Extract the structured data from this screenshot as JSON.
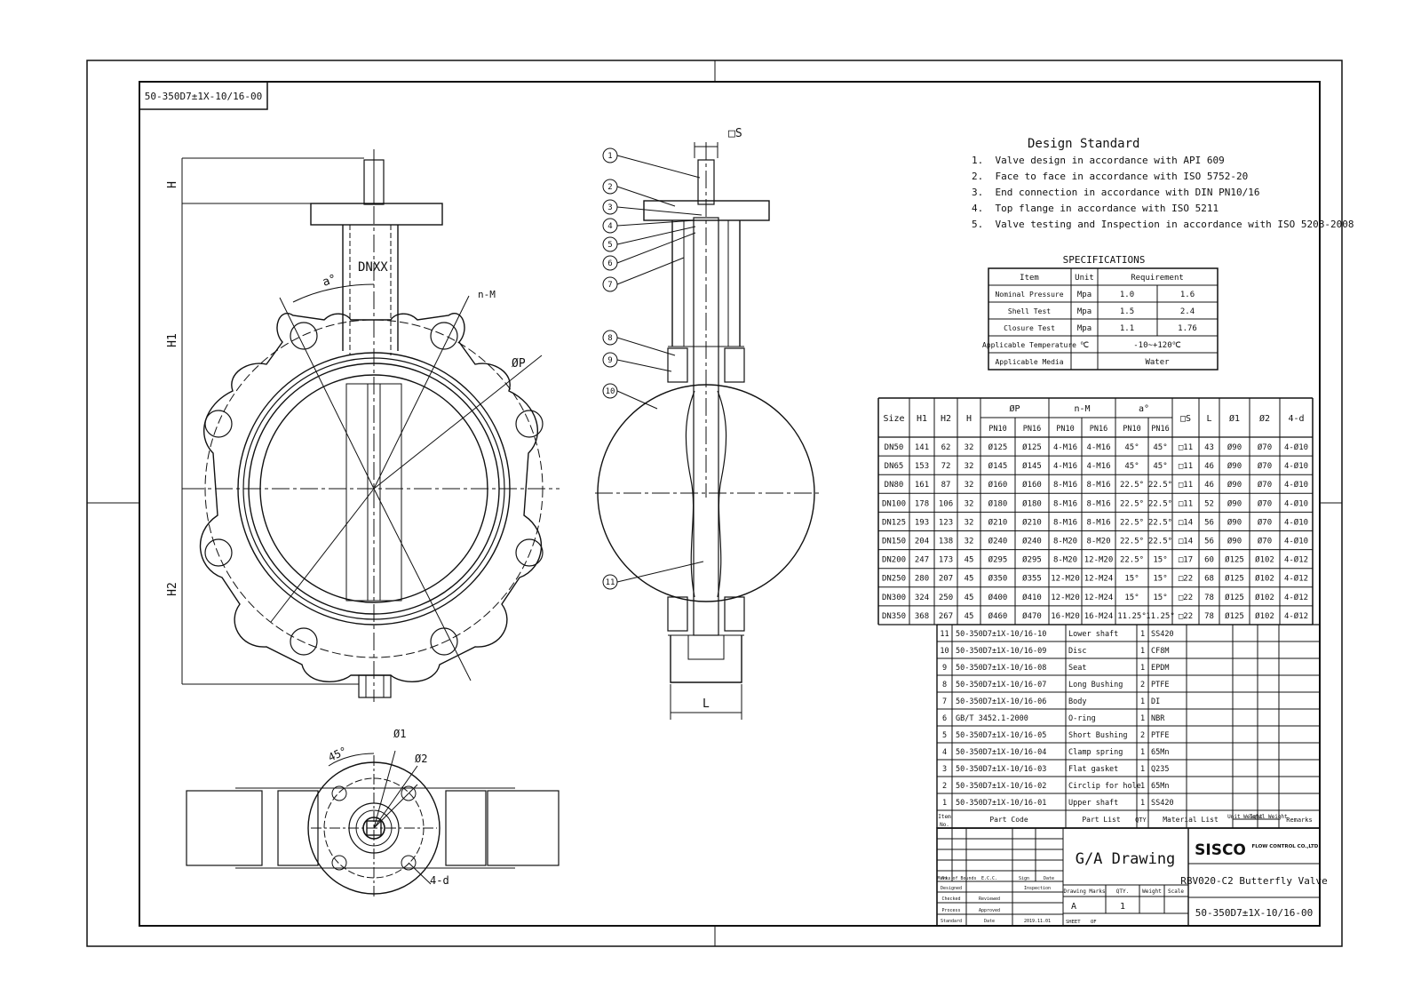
{
  "drawing_number": "50-350D7±1X-10/16-00",
  "design_standard": {
    "title": "Design Standard",
    "items": [
      "1.  Valve design in accordance with API 609",
      "2.  Face to face in accordance with ISO 5752-20",
      "3.  End connection in accordance with DIN PN10/16",
      "4.  Top flange in accordance with ISO 5211",
      "5.  Valve testing and Inspection in accordance with ISO 5208-2008"
    ]
  },
  "specifications": {
    "title": "SPECIFICATIONS",
    "headers": [
      "Item",
      "Unit",
      "Requirement"
    ],
    "rows": [
      [
        "Nominal Pressure",
        "Mpa",
        "1.0",
        "1.6"
      ],
      [
        "Shell Test",
        "Mpa",
        "1.5",
        "2.4"
      ],
      [
        "Closure Test",
        "Mpa",
        "1.1",
        "1.76"
      ],
      [
        "Applicable Temperature",
        "℃",
        "-10~+120℃"
      ],
      [
        "Applicable Media",
        "",
        "Water"
      ]
    ]
  },
  "dimension_table": {
    "top_headers": [
      "Size",
      "H1",
      "H2",
      "H",
      "ØP",
      "n-M",
      "a°",
      "□S",
      "L",
      "Ø1",
      "Ø2",
      "4-d"
    ],
    "sub_headers": [
      "PN10",
      "PN16",
      "PN10",
      "PN16",
      "PN10",
      "PN16"
    ],
    "rows": [
      [
        "DN50",
        "141",
        "62",
        "32",
        "Ø125",
        "Ø125",
        "4-M16",
        "4-M16",
        "45°",
        "45°",
        "□11",
        "43",
        "Ø90",
        "Ø70",
        "4-Ø10"
      ],
      [
        "DN65",
        "153",
        "72",
        "32",
        "Ø145",
        "Ø145",
        "4-M16",
        "4-M16",
        "45°",
        "45°",
        "□11",
        "46",
        "Ø90",
        "Ø70",
        "4-Ø10"
      ],
      [
        "DN80",
        "161",
        "87",
        "32",
        "Ø160",
        "Ø160",
        "8-M16",
        "8-M16",
        "22.5°",
        "22.5°",
        "□11",
        "46",
        "Ø90",
        "Ø70",
        "4-Ø10"
      ],
      [
        "DN100",
        "178",
        "106",
        "32",
        "Ø180",
        "Ø180",
        "8-M16",
        "8-M16",
        "22.5°",
        "22.5°",
        "□11",
        "52",
        "Ø90",
        "Ø70",
        "4-Ø10"
      ],
      [
        "DN125",
        "193",
        "123",
        "32",
        "Ø210",
        "Ø210",
        "8-M16",
        "8-M16",
        "22.5°",
        "22.5°",
        "□14",
        "56",
        "Ø90",
        "Ø70",
        "4-Ø10"
      ],
      [
        "DN150",
        "204",
        "138",
        "32",
        "Ø240",
        "Ø240",
        "8-M20",
        "8-M20",
        "22.5°",
        "22.5°",
        "□14",
        "56",
        "Ø90",
        "Ø70",
        "4-Ø10"
      ],
      [
        "DN200",
        "247",
        "173",
        "45",
        "Ø295",
        "Ø295",
        "8-M20",
        "12-M20",
        "22.5°",
        "15°",
        "□17",
        "60",
        "Ø125",
        "Ø102",
        "4-Ø12"
      ],
      [
        "DN250",
        "280",
        "207",
        "45",
        "Ø350",
        "Ø355",
        "12-M20",
        "12-M24",
        "15°",
        "15°",
        "□22",
        "68",
        "Ø125",
        "Ø102",
        "4-Ø12"
      ],
      [
        "DN300",
        "324",
        "250",
        "45",
        "Ø400",
        "Ø410",
        "12-M20",
        "12-M24",
        "15°",
        "15°",
        "□22",
        "78",
        "Ø125",
        "Ø102",
        "4-Ø12"
      ],
      [
        "DN350",
        "368",
        "267",
        "45",
        "Ø460",
        "Ø470",
        "16-M20",
        "16-M24",
        "11.25°",
        "11.25°",
        "□22",
        "78",
        "Ø125",
        "Ø102",
        "4-Ø12"
      ]
    ]
  },
  "parts_list": {
    "rows": [
      [
        "11",
        "50-350D7±1X-10/16-10",
        "Lower shaft",
        "1",
        "SS420"
      ],
      [
        "10",
        "50-350D7±1X-10/16-09",
        "Disc",
        "1",
        "CF8M"
      ],
      [
        "9",
        "50-350D7±1X-10/16-08",
        "Seat",
        "1",
        "EPDM"
      ],
      [
        "8",
        "50-350D7±1X-10/16-07",
        "Long Bushing",
        "2",
        "PTFE"
      ],
      [
        "7",
        "50-350D7±1X-10/16-06",
        "Body",
        "1",
        "DI"
      ],
      [
        "6",
        "GB/T 3452.1-2000",
        "O-ring",
        "1",
        "NBR"
      ],
      [
        "5",
        "50-350D7±1X-10/16-05",
        "Short Bushing",
        "2",
        "PTFE"
      ],
      [
        "4",
        "50-350D7±1X-10/16-04",
        "Clamp spring",
        "1",
        "65Mn"
      ],
      [
        "3",
        "50-350D7±1X-10/16-03",
        "Flat gasket",
        "1",
        "Q235"
      ],
      [
        "2",
        "50-350D7±1X-10/16-02",
        "Circlip for hole",
        "1",
        "65Mn"
      ],
      [
        "1",
        "50-350D7±1X-10/16-01",
        "Upper shaft",
        "1",
        "SS420"
      ]
    ],
    "headers": [
      "Item No.",
      "Part Code",
      "Part List",
      "QTY.",
      "Material List",
      "Unit Weight",
      "Total Weight",
      "Remarks"
    ]
  },
  "title_block": {
    "drawing_title": "G/A Drawing",
    "brand": "SISCO",
    "brand_sub": "FLOW CONTROL CO.,LTD.",
    "product": "RBV020-C2 Butterfly Valve",
    "drawing_number": "50-350D7±1X-10/16-00",
    "mark_headers": [
      "Marks",
      "No. of Bounds",
      "E.C.C.",
      "Sign",
      "Date"
    ],
    "role_labels": [
      "Designed",
      "Checked",
      "Process",
      "Standard"
    ],
    "role_labels_2": [
      "",
      "Reviewed",
      "Approved",
      "Date"
    ],
    "role_values": [
      "",
      "",
      "",
      "2019.11.01"
    ],
    "labels": [
      "Drawing Marks",
      "QTY.",
      "Weight",
      "Scale"
    ],
    "values": [
      "A",
      "1",
      "",
      ""
    ],
    "inspection": "Inspection",
    "sheet": "SHEET",
    "sheet_of": "OF"
  },
  "drawing_labels": {
    "H": "H",
    "H1": "H1",
    "H2": "H2",
    "DNXX": "DNXX",
    "a": "a°",
    "nM": "n-M",
    "OP": "ØP",
    "S": "□S",
    "L": "L",
    "deg45": "45°",
    "O1": "Ø1",
    "O2": "Ø2",
    "fourd": "4-d",
    "balloons": [
      "1",
      "2",
      "3",
      "4",
      "5",
      "6",
      "7",
      "8",
      "9",
      "10",
      "11"
    ]
  }
}
